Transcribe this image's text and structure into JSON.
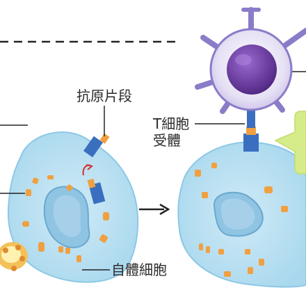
{
  "labels": {
    "antigen_fragment": "抗原片段",
    "t_cell_receptor_line1": "T細胞",
    "t_cell_receptor_line2": "受體",
    "self_cell": "自體細胞"
  },
  "colors": {
    "cell_fill": "#b8e0f0",
    "cell_edge": "#8cc8e4",
    "nucleus_fill": "#8fc4e2",
    "fragment": "#f0a040",
    "receptor": "#3a6fc0",
    "arrow_red": "#d23030",
    "tcell_arms": "#8a7cc8",
    "tcell_body": "#e6e0f4",
    "tcell_nucleus": "#6a3ca0",
    "callout_green": "#d6ec8a",
    "text": "#2a2a2a"
  }
}
